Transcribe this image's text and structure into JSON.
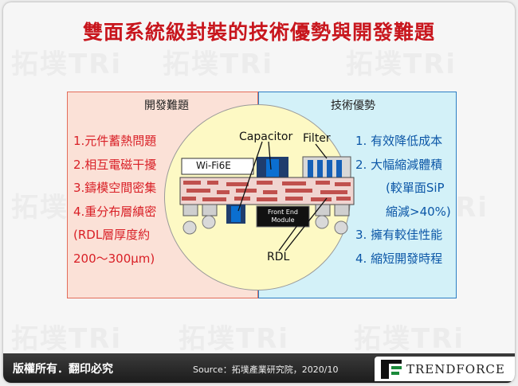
{
  "title": "雙面系統級封裝的技術優勢與開發難題",
  "left_panel": {
    "heading": "開發難題",
    "items": [
      "1.元件蓄熱問題",
      "2.相互電磁干擾",
      "3.鑄模空間密集",
      "4.重分布層縝密",
      "(RDL層厚度約",
      "200～300μm)"
    ]
  },
  "right_panel": {
    "heading": "技術優勢",
    "items": [
      "1. 有效降低成本",
      "2. 大幅縮減體積",
      "(較單面SiP",
      "縮減>40%)",
      "3. 擁有較佳性能",
      "4. 縮短開發時程"
    ]
  },
  "diagram": {
    "capacitor": "Capacitor",
    "filter": "Filter",
    "wifi": "Wi-Fi6E",
    "front_end_line1": "Front End",
    "front_end_line2": "Module",
    "rdl": "RDL"
  },
  "footer": {
    "copyright": "版權所有．翻印必究",
    "source": "Source：拓墣產業研究院，2020/10",
    "brand": "TRENDFORCE"
  },
  "watermark": "拓墣TRi",
  "colors": {
    "title": "#c8161d",
    "left_text": "#d91f26",
    "right_text": "#0c57a7",
    "left_panel_bg": "#fbe1d7",
    "right_panel_bg": "#d3f1f8",
    "circle_bg": "#fdf9c4"
  }
}
